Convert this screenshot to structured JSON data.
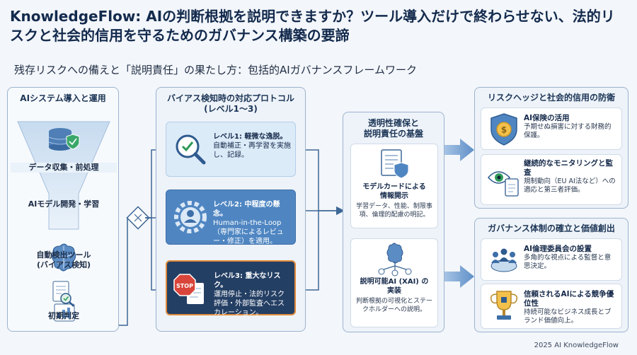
{
  "header": {
    "title": "KnowledgeFlow: AIの判断根拠を説明できますか？ツール導入だけで終わらせない、法的リスクと社会的信用を守るためのガバナンス構築の要諦",
    "subtitle": "残存リスクへの備えと「説明責任」の果たし方：包括的AIガバナンスフレームワーク"
  },
  "pipeline": {
    "title": "AIシステム導入と運用",
    "stages": [
      {
        "label": "データ収集・前処理",
        "icon": "database-shield-icon"
      },
      {
        "label": "AIモデル開発・学習",
        "icon": "brain-icon"
      },
      {
        "label": "自動検出ツール\n(バイアス検知)",
        "icon": "chart-dashboard-icon"
      },
      {
        "label": "初期判定",
        "icon": "document-magnifier-icon"
      }
    ]
  },
  "protocol": {
    "title": "バイアス検知時の対応プロトコル\n(レベル1〜3)",
    "levels": [
      {
        "label": "レベル1: 軽微な逸脱。",
        "desc": "自動補正・再学習を実施し、記録。",
        "icon": "magnifier-check-icon",
        "color": "#dcebf8"
      },
      {
        "label": "レベル2: 中程度の懸念。",
        "desc": "Human-in-the-Loop\n（専門家によるレビュー・修正）を適用。",
        "icon": "person-gear-icon",
        "color": "#4f86c2"
      },
      {
        "label": "レベル3: 重大なリスク。",
        "desc": "運用停止・法的リスク評価・外部監査へエスカレーション。",
        "icon": "stop-sign-icon",
        "color": "#243f64"
      }
    ]
  },
  "transparency": {
    "title": "透明性確保と\n説明責任の基盤",
    "cards": [
      {
        "heading": "モデルカードによる\n情報開示",
        "desc": "学習データ、性能、制限事項、倫理的配慮の明記。",
        "icon": "model-card-icon"
      },
      {
        "heading": "説明可能AI (XAI) の\n実装",
        "desc": "判断根拠の可視化とステークホルダーへの説明。",
        "icon": "network-brain-icon"
      }
    ]
  },
  "risk_hedge": {
    "title": "リスクヘッジと社会的信用の防衛",
    "cards": [
      {
        "heading": "AI保険の活用",
        "desc": "予期せぬ損害に対する財務的保護。",
        "icon": "shield-coin-icon"
      },
      {
        "heading": "継続的なモニタリングと監査",
        "desc": "規制動向（EU AI法など）への適応と第三者評価。",
        "icon": "eye-clipboard-icon"
      }
    ]
  },
  "governance": {
    "title": "ガバナンス体制の確立と価値創出",
    "cards": [
      {
        "heading": "AI倫理委員会の設置",
        "desc": "多角的な視点による監督と意思決定。",
        "icon": "committee-icon"
      },
      {
        "heading": "信頼されるAIによる競争優位性",
        "desc": "持続可能なビジネス成長とブランド価値向上。",
        "icon": "trophy-chip-icon"
      }
    ]
  },
  "footer": {
    "copyright": "2025 AI KnowledgeFlow"
  }
}
